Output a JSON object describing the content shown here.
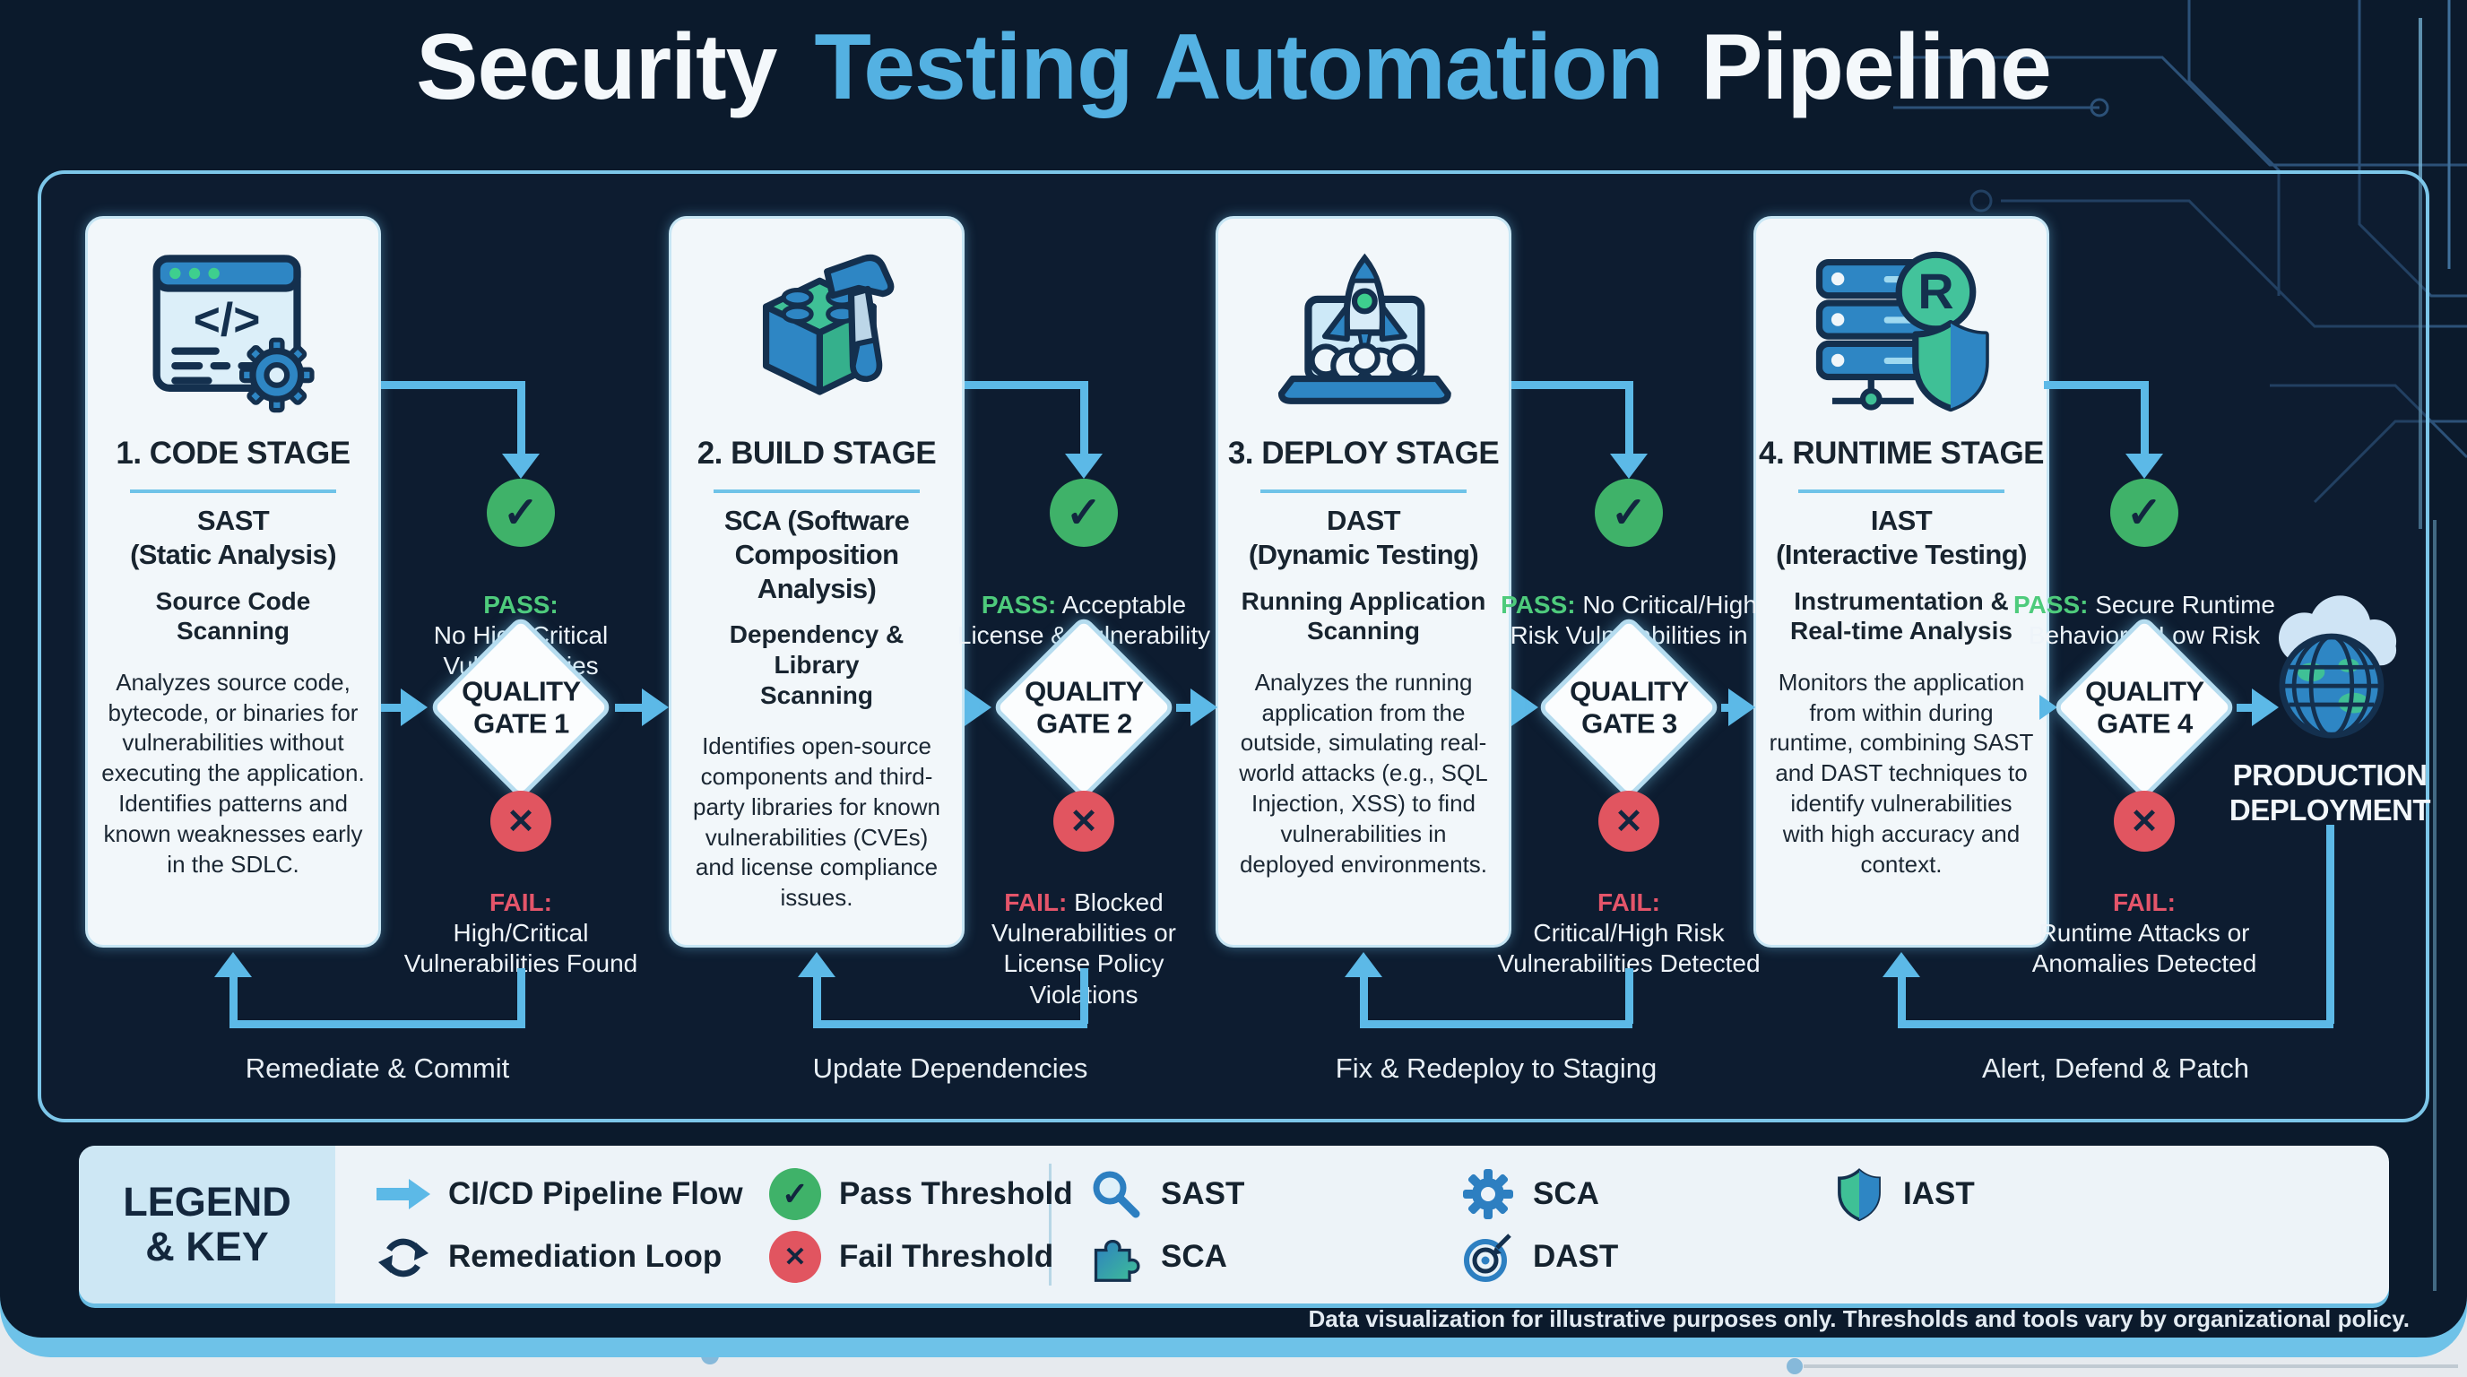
{
  "title": {
    "part1": "Security",
    "part2": "Testing Automation",
    "part3": "Pipeline"
  },
  "labels": {
    "pass": "PASS:",
    "fail": "FAIL:"
  },
  "stages": [
    {
      "icon": "code-window-gear-icon",
      "name": "1. CODE STAGE",
      "tool": "SAST\n(Static Analysis)",
      "method": "Source Code Scanning",
      "description": "Analyzes source code, bytecode, or binaries for vulnerabilities without executing the application. Identifies patterns and known weaknesses early in the SDLC."
    },
    {
      "icon": "build-brick-hammer-icon",
      "name": "2. BUILD STAGE",
      "tool": "SCA (Software\nComposition Analysis)",
      "method": "Dependency & Library\nScanning",
      "description": "Identifies open-source components and third-party libraries for known vulnerabilities (CVEs) and license compliance issues."
    },
    {
      "icon": "laptop-rocket-icon",
      "name": "3. DEPLOY STAGE",
      "tool": "DAST\n(Dynamic Testing)",
      "method": "Running Application\nScanning",
      "description": "Analyzes the running application from the outside, simulating real-world attacks (e.g., SQL Injection, XSS) to find vulnerabilities in deployed environments."
    },
    {
      "icon": "server-shield-icon",
      "name": "4. RUNTIME STAGE",
      "tool": "IAST\n(Interactive Testing)",
      "method": "Instrumentation &\nReal-time Analysis",
      "description": "Monitors the application from within during runtime, combining SAST and DAST techniques to identify vulnerabilities with high accuracy and context."
    }
  ],
  "gates": [
    {
      "name": "QUALITY\nGATE 1",
      "pass_text": "\nNo High/Critical Vulnerabilities",
      "fail_text": "\nHigh/Critical Vulnerabilities Found"
    },
    {
      "name": "QUALITY\nGATE 2",
      "pass_text": " Acceptable License & Vulnerability Risks",
      "fail_text": " Blocked Vulnerabilities or License Policy Violations"
    },
    {
      "name": "QUALITY\nGATE 3",
      "pass_text": " No Critical/High Risk Vulnerabilities in Staging",
      "fail_text": "\nCritical/High Risk Vulnerabilities Detected"
    },
    {
      "name": "QUALITY\nGATE 4",
      "pass_text": " Secure Runtime Behavior & Low Risk Profile",
      "fail_text": "\nRuntime Attacks or Anomalies Detected"
    }
  ],
  "loops": [
    "Remediate & Commit",
    "Update Dependencies",
    "Fix & Redeploy to Staging",
    "Alert, Defend & Patch"
  ],
  "production": {
    "icon": "cloud-globe-icon",
    "label": "PRODUCTION\nDEPLOYMENT"
  },
  "legend": {
    "title": "LEGEND\n& KEY",
    "items": [
      {
        "icon": "flow-arrow-icon",
        "label": "CI/CD Pipeline Flow"
      },
      {
        "icon": "remediation-loop-icon",
        "label": "Remediation Loop"
      },
      {
        "icon": "pass-threshold-icon",
        "label": "Pass Threshold"
      },
      {
        "icon": "fail-threshold-icon",
        "label": "Fail Threshold"
      },
      {
        "icon": "magnifier-icon",
        "label": "SAST"
      },
      {
        "icon": "puzzle-icon",
        "label": "SCA"
      },
      {
        "icon": "gear-icon",
        "label": "SCA"
      },
      {
        "icon": "target-icon",
        "label": "DAST"
      },
      {
        "icon": "shield-icon",
        "label": "IAST"
      }
    ]
  },
  "disclaimer": "Data visualization for illustrative purposes only. Thresholds and tools vary by organizational policy.",
  "colors": {
    "accent_blue": "#5cb9e7",
    "title_blue": "#54b1e2",
    "pass_green": "#3fb269",
    "fail_red": "#e15560",
    "navy_bg": "#0b1a2c"
  }
}
